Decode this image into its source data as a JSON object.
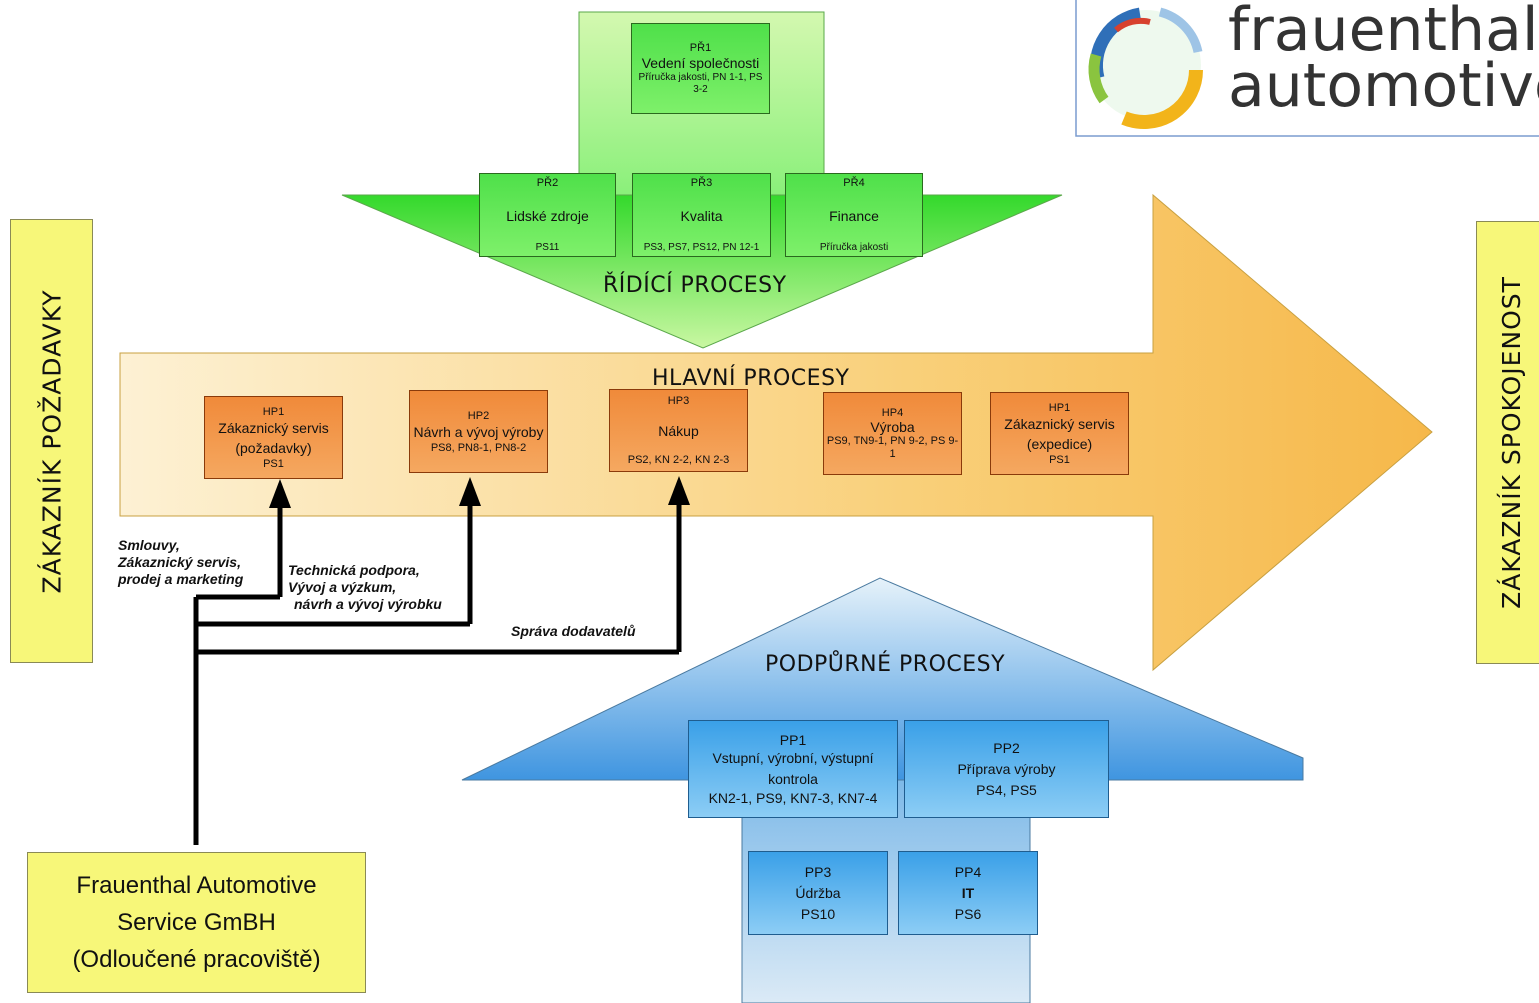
{
  "logo": {
    "line1": "frauenthal",
    "line2": "automotive"
  },
  "left_panel": {
    "label": "ZÁKAZNÍK POŽADAVKY"
  },
  "right_panel": {
    "label": "ZÁKAZNÍK SPOKOJENOST"
  },
  "control": {
    "title": "ŘÍDÍCÍ PROCESY",
    "pr1": {
      "code": "PŘ1",
      "name": "Vedení společnosti",
      "refs": "Příručka jakosti, PN 1-1, PS 3-2"
    },
    "pr2": {
      "code": "PŘ2",
      "name": "Lidské zdroje",
      "refs": "PS11"
    },
    "pr3": {
      "code": "PŘ3",
      "name": "Kvalita",
      "refs": "PS3, PS7, PS12, PN 12-1"
    },
    "pr4": {
      "code": "PŘ4",
      "name": "Finance",
      "refs": "Příručka jakosti"
    }
  },
  "main": {
    "title": "HLAVNÍ PROCESY",
    "hp1a": {
      "code": "HP1",
      "name": "Zákaznický servis (požadavky)",
      "refs": "PS1"
    },
    "hp2": {
      "code": "HP2",
      "name": "Návrh a vývoj výroby",
      "refs": "PS8, PN8-1, PN8-2"
    },
    "hp3": {
      "code": "HP3",
      "name": "Nákup",
      "refs": "PS2, KN 2-2, KN 2-3"
    },
    "hp4": {
      "code": "HP4",
      "name": "Výroba",
      "refs": "PS9, TN9-1, PN 9-2, PS 9-1"
    },
    "hp1b": {
      "code": "HP1",
      "name": "Zákaznický servis (expedice)",
      "refs": "PS1"
    }
  },
  "support": {
    "title": "PODPŮRNÉ PROCESY",
    "pp1": {
      "code": "PP1",
      "name": "Vstupní, výrobní, výstupní kontrola",
      "refs": "KN2-1, PS9, KN7-3, KN7-4"
    },
    "pp2": {
      "code": "PP2",
      "name": "Příprava výroby",
      "refs": "PS4, PS5"
    },
    "pp3": {
      "code": "PP3",
      "name": "Údržba",
      "refs": "PS10"
    },
    "pp4": {
      "code": "PP4",
      "name": "IT",
      "refs": "PS6"
    }
  },
  "flows": {
    "label1": {
      "l1": "Smlouvy,",
      "l2": "Zákaznický servis,",
      "l3": "prodej a marketing"
    },
    "label2": {
      "l1": "Technická podpora,",
      "l2": "Vývoj a výzkum,",
      "l3": "návrh a vývoj výrobku"
    },
    "label3": "Správa dodavatelů"
  },
  "service_box": {
    "l1": "Frauenthal Automotive",
    "l2": "Service GmBH",
    "l3": "(Odloučené pracoviště)"
  },
  "colors": {
    "control_green": "#62e84f",
    "main_orange": "#f5a860",
    "main_arrow": "#f8c85c",
    "support_blue": "#5fb4ef",
    "panel_yellow": "#f7f779"
  }
}
